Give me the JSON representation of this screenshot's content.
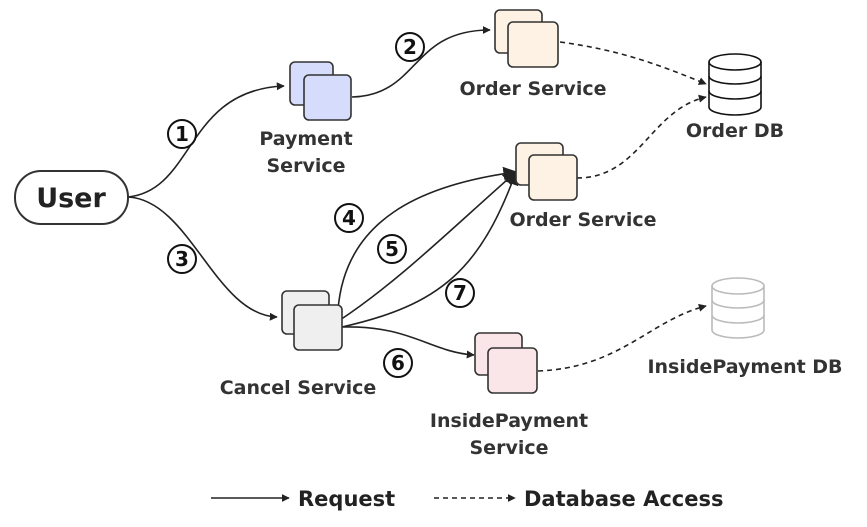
{
  "nodes": {
    "user": "User",
    "payment_service": [
      "Payment",
      "Service"
    ],
    "order_service_top": "Order Service",
    "order_db": "Order DB",
    "order_service_mid": "Order Service",
    "cancel_service": "Cancel Service",
    "inside_payment_service": [
      "InsidePayment",
      "Service"
    ],
    "inside_payment_db": "InsidePayment DB"
  },
  "steps": [
    "1",
    "2",
    "3",
    "4",
    "5",
    "6",
    "7"
  ],
  "legend": {
    "request": "Request",
    "database_access": "Database Access"
  },
  "colors": {
    "payment_fill": "#d6dcfb",
    "order_fill": "#fdf2e3",
    "cancel_fill": "#efefef",
    "inside_payment_fill": "#fae6e8",
    "db_active_stroke": "#111111",
    "db_inactive_stroke": "#bbbbbb"
  }
}
